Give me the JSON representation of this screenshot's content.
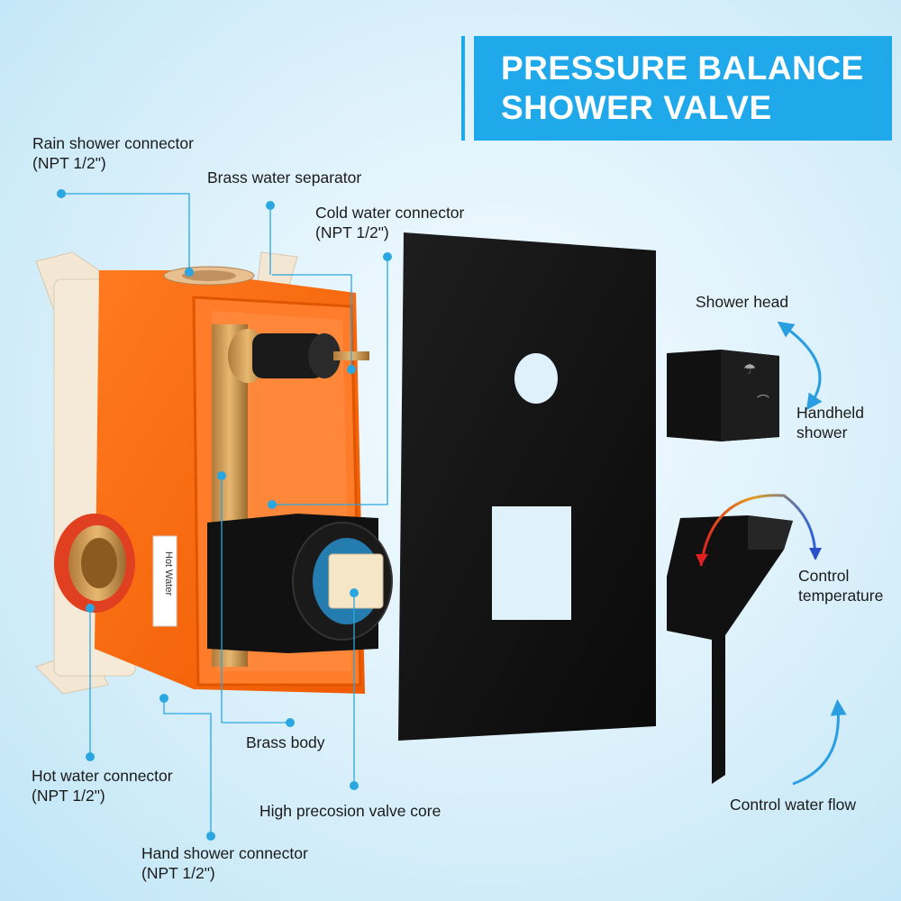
{
  "title": {
    "line1": "PRESSURE BALANCE",
    "line2": "SHOWER VALVE"
  },
  "callouts": {
    "rain_connector": {
      "line1": "Rain shower connector",
      "line2": "(NPT 1/2\")"
    },
    "brass_separator": {
      "line1": "Brass water separator"
    },
    "cold_connector": {
      "line1": "Cold water connector",
      "line2": "(NPT 1/2\")"
    },
    "brass_body": {
      "line1": "Brass body"
    },
    "hot_connector": {
      "line1": "Hot water connector",
      "line2": "(NPT 1/2\")"
    },
    "valve_core": {
      "line1": "High precosion valve core"
    },
    "hand_connector": {
      "line1": "Hand shower connector",
      "line2": "(NPT 1/2\")"
    }
  },
  "diverter": {
    "shower_head": "Shower head",
    "handheld_line1": "Handheld",
    "handheld_line2": "shower"
  },
  "handle": {
    "control_temp_line1": "Control",
    "control_temp_line2": "temperature",
    "control_flow": "Control water flow"
  },
  "box_label": "Hot Water",
  "colors": {
    "banner": "#1fa8ea",
    "orange_box": "#ff6a13",
    "trim_plate": "#141414",
    "callout_dot": "#2aa7e0",
    "arrow_blue": "#2a9ee0",
    "arrow_red": "#e02020"
  }
}
